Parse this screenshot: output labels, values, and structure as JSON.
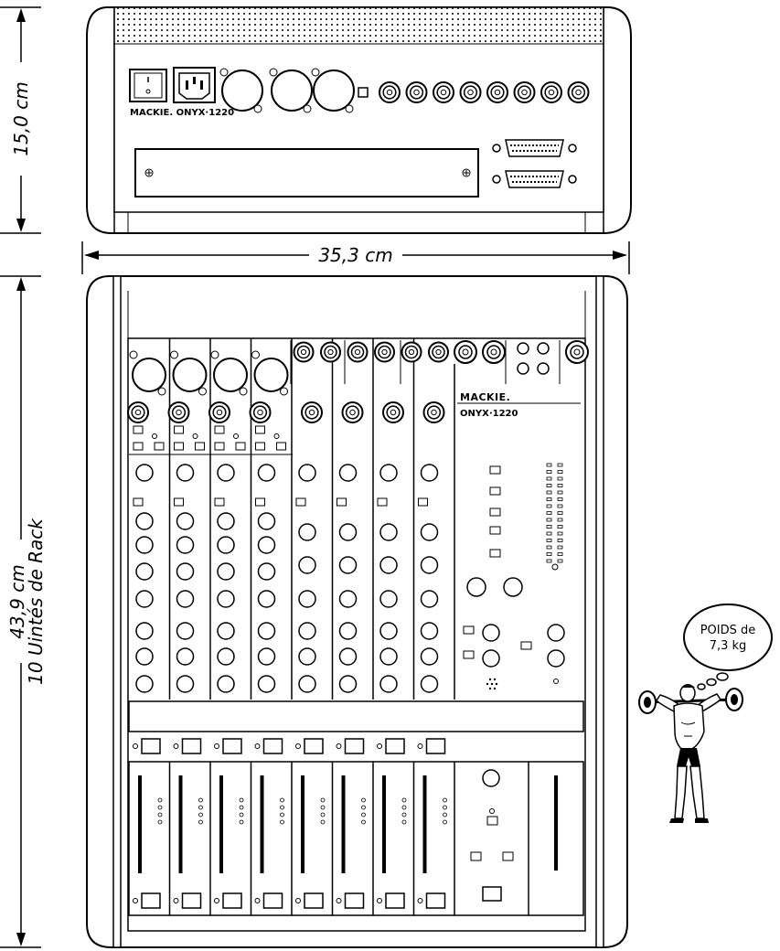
{
  "dimensions": {
    "depth": "15,0 cm",
    "width": "35,3 cm",
    "length": "43,9 cm",
    "rack_units": "10 Uintés de Rack"
  },
  "branding": {
    "brand": "MACKIE.",
    "model": "ONYX·1220",
    "rear_label": "MACKIE. ONYX·1220"
  },
  "weight": {
    "line1": "POIDS de",
    "line2": "7,3 kg"
  },
  "layout_counts": {
    "mono_channels": 4,
    "stereo_channels": 4,
    "rear_jacks": 8
  }
}
